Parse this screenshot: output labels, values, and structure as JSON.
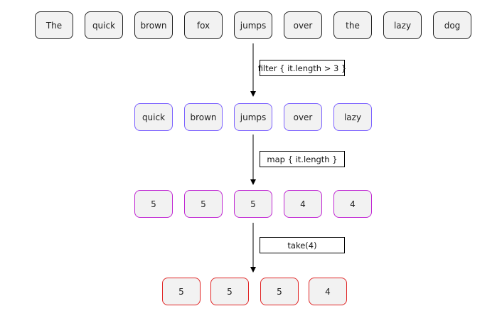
{
  "rows": [
    {
      "id": "input",
      "color": "#222222",
      "items": [
        "The",
        "quick",
        "brown",
        "fox",
        "jumps",
        "over",
        "the",
        "lazy",
        "dog"
      ]
    },
    {
      "id": "filtered",
      "color": "#7b61ff",
      "items": [
        "quick",
        "brown",
        "jumps",
        "over",
        "lazy"
      ]
    },
    {
      "id": "mapped",
      "color": "#c026d3",
      "items": [
        "5",
        "5",
        "5",
        "4",
        "4"
      ]
    },
    {
      "id": "taken",
      "color": "#e02424",
      "items": [
        "5",
        "5",
        "5",
        "4"
      ]
    }
  ],
  "operations": [
    {
      "id": "filter",
      "label": "filter { it.length > 3 }"
    },
    {
      "id": "map",
      "label": "map { it.length }"
    },
    {
      "id": "take",
      "label": "take(4)"
    }
  ],
  "arrow_color": "#000000"
}
